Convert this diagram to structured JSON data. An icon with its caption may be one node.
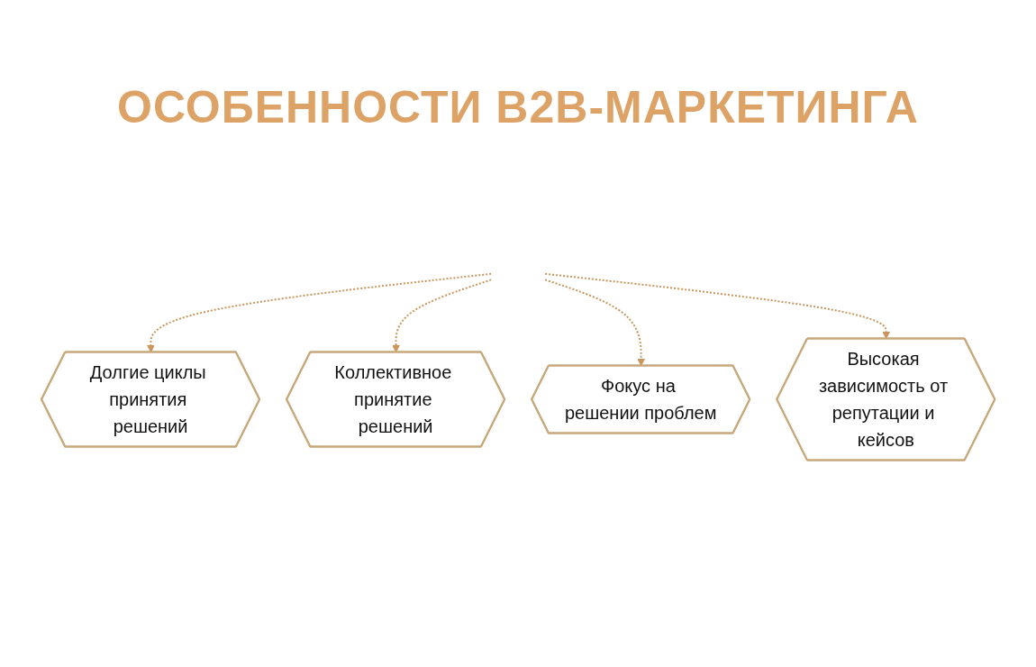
{
  "diagram": {
    "title": "ОСОБЕННОСТИ B2B-МАРКЕТИНГА",
    "nodes": [
      {
        "text": [
          "Долгие циклы принятия решений"
        ]
      },
      {
        "text": [
          "Коллективное принятие решений"
        ]
      },
      {
        "text": [
          "Фокус на решении проблем"
        ]
      },
      {
        "text": [
          "Высокая зависимость от репутации и кейсов"
        ]
      }
    ],
    "edges": [
      {
        "from": null,
        "to": 0,
        "arrow": "to",
        "style": "dashed"
      },
      {
        "from": null,
        "to": 1,
        "arrow": "to",
        "style": "dashed"
      },
      {
        "from": null,
        "to": 2,
        "arrow": "to",
        "style": "dashed"
      },
      {
        "from": null,
        "to": 3,
        "arrow": "to",
        "style": "dashed"
      }
    ]
  }
}
